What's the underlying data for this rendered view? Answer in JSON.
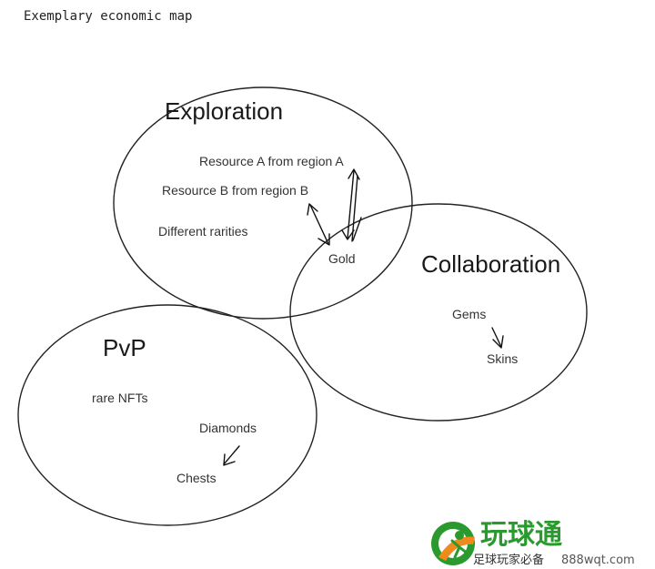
{
  "title": "Exemplary economic map",
  "regions": {
    "exploration": {
      "label": "Exploration"
    },
    "collaboration": {
      "label": "Collaboration"
    },
    "pvp": {
      "label": "PvP"
    }
  },
  "items": {
    "resource_a": "Resource A from region A",
    "resource_b": "Resource B from region B",
    "different_rarities": "Different rarities",
    "gold": "Gold",
    "gems": "Gems",
    "skins": "Skins",
    "rare_nfts": "rare NFTs",
    "diamonds": "Diamonds",
    "chests": "Chests"
  },
  "watermark": {
    "brand": "玩球通",
    "tagline": "足球玩家必备",
    "url": "888wqt.com",
    "colors": {
      "green": "#2a9a2e",
      "orange": "#f08a1c"
    }
  }
}
